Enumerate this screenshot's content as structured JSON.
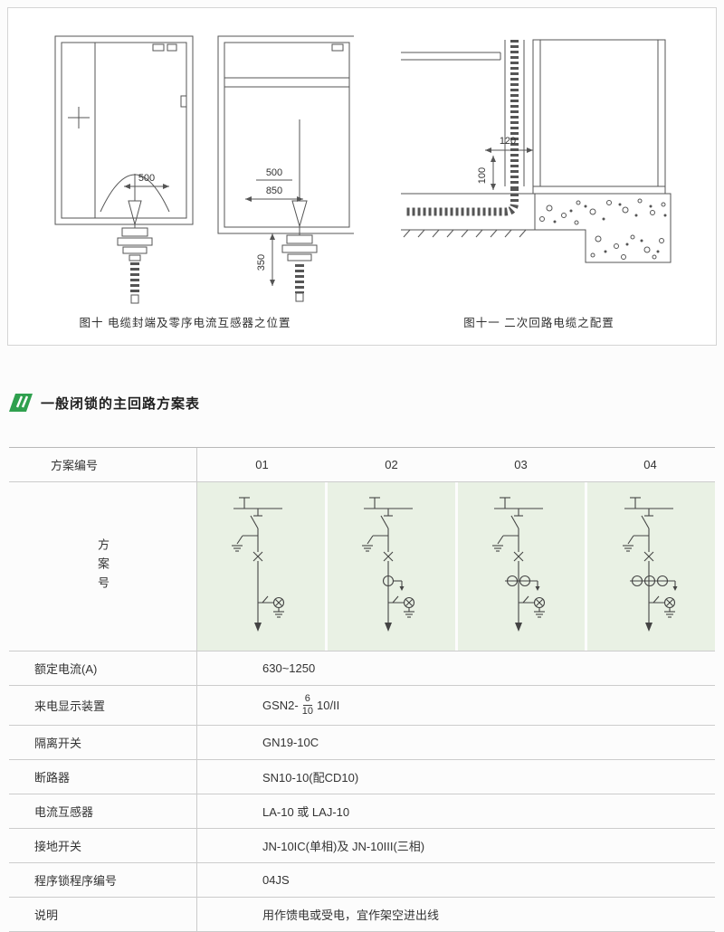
{
  "figures": {
    "fig10": {
      "caption": "图十 电缆封端及零序电流互感器之位置",
      "dims": {
        "d500": "500",
        "d500b": "500",
        "d850": "850",
        "d350": "350"
      }
    },
    "fig11": {
      "caption": "图十一 二次回路电缆之配置",
      "dims": {
        "d120": "120",
        "d100": "100"
      }
    }
  },
  "section": {
    "title": "一般闭锁的主回路方案表"
  },
  "table": {
    "header_label": "方案编号",
    "columns": [
      "01",
      "02",
      "03",
      "04"
    ],
    "scheme_label": "方案号",
    "rows": [
      {
        "label": "额定电流(A)",
        "value": "630~1250"
      },
      {
        "label": "来电显示装置",
        "value_prefix": "GSN2-",
        "value_num": "6",
        "value_den": "10",
        "value_suffix": "10/II"
      },
      {
        "label": "隔离开关",
        "value": "GN19-10C"
      },
      {
        "label": "断路器",
        "value": "SN10-10(配CD10)"
      },
      {
        "label": "电流互感器",
        "value": "LA-10 或 LAJ-10"
      },
      {
        "label": "接地开关",
        "value": "JN-10IC(单相)及 JN-10III(三相)"
      },
      {
        "label": "程序锁程序编号",
        "value": "04JS"
      },
      {
        "label": "说明",
        "value": "用作馈电或受电，宜作架空进出线"
      }
    ]
  },
  "colors": {
    "accent_green": "#2fa04e",
    "scheme_bg": "#e9f1e4",
    "line_gray": "#cccccc"
  }
}
